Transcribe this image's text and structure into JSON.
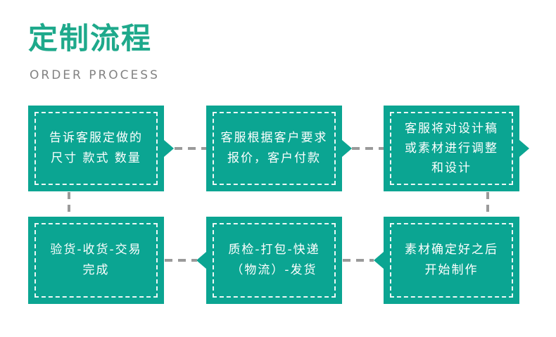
{
  "header": {
    "title": "定制流程",
    "subtitle": "ORDER PROCESS"
  },
  "colors": {
    "box_fill": "#0ba592",
    "title_green": "#1ea98b",
    "box_text": "#ffffff",
    "connector_gray": "#9a9a9a",
    "subtitle_gray": "#828282"
  },
  "flow": {
    "direction": "row1 left-to-right, down on both sides, row2 right-to-left",
    "steps": [
      {
        "order": 1,
        "position": "row1-col1",
        "arrow": "right",
        "lines": [
          "告诉客服定做的",
          "尺寸 款式 数量"
        ]
      },
      {
        "order": 2,
        "position": "row1-col2",
        "arrow": "right",
        "lines": [
          "客服根据客户要求",
          "报价，客户付款"
        ]
      },
      {
        "order": 3,
        "position": "row1-col3",
        "arrow": "right",
        "lines": [
          "客服将对设计稿",
          "或素材进行调整",
          "和设计"
        ]
      },
      {
        "order": 4,
        "position": "row2-col3",
        "arrow": "left",
        "lines": [
          "素材确定好之后",
          "开始制作"
        ]
      },
      {
        "order": 5,
        "position": "row2-col2",
        "arrow": "left",
        "lines": [
          "质检-打包-快递",
          "（物流）-发货"
        ]
      },
      {
        "order": 6,
        "position": "row2-col1",
        "arrow": "none",
        "lines": [
          "验货-收货-交易",
          "完成"
        ]
      }
    ]
  }
}
